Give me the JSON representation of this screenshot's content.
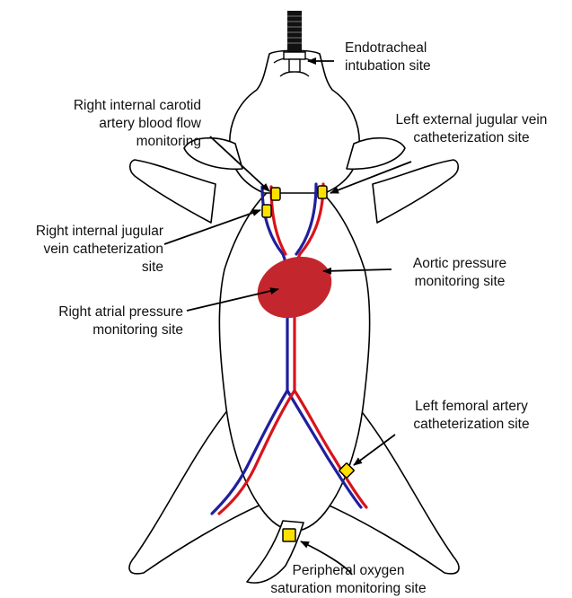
{
  "colors": {
    "artery": "#d8131b",
    "vein": "#1f1f9e",
    "heart": "#c4262d",
    "sensor": "#ffe000",
    "outline": "#000000"
  },
  "labels": {
    "endotracheal": [
      "Endotracheal",
      "intubation site"
    ],
    "right_carotid": [
      "Right internal carotid",
      "artery blood flow",
      "monitoring"
    ],
    "left_jugular": [
      "Left external jugular vein",
      "catheterization site"
    ],
    "right_jugular": [
      "Right internal jugular",
      "vein catheterization",
      "site"
    ],
    "aortic": [
      "Aortic pressure",
      "monitoring site"
    ],
    "right_atrial": [
      "Right atrial pressure",
      "monitoring site"
    ],
    "left_femoral": [
      "Left femoral artery",
      "catheterization site"
    ],
    "peripheral_oxygen": [
      "Peripheral oxygen",
      "saturation monitoring site"
    ]
  }
}
